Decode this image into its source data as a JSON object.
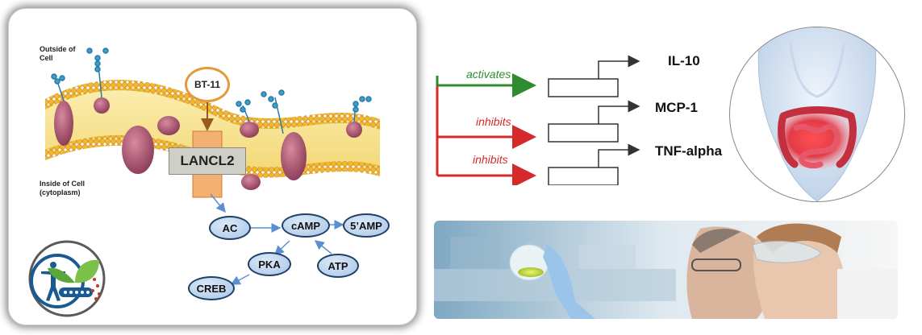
{
  "pathway": {
    "outside_label": "Outside of Cell",
    "inside_label": "Inside of Cell (cytoplasm)",
    "ligand": "BT-11",
    "receptor": "LANCL2",
    "nodes": {
      "ac": "AC",
      "camp": "cAMP",
      "amp5": "5’AMP",
      "pka": "PKA",
      "atp": "ATP",
      "creb": "CREB"
    }
  },
  "regulation": {
    "rows": [
      {
        "action": "activates",
        "gene": "IL-10",
        "color": "#2e8b2e"
      },
      {
        "action": "inhibits",
        "gene": "MCP-1",
        "color": "#d42a2a"
      },
      {
        "action": "inhibits",
        "gene": "TNF-alpha",
        "color": "#d42a2a"
      }
    ]
  },
  "colors": {
    "membrane_head": "#f2b632",
    "membrane_band": "#f7e79a",
    "protein": "#a8506a",
    "glycan": "#3aa0c8",
    "node_border": "#1f3f66",
    "pathway_arrow": "#5b8fd1"
  },
  "icons": [
    "human-figure-icon",
    "plant-leaf-icon",
    "intestine-icon",
    "lab-scientists-photo"
  ]
}
